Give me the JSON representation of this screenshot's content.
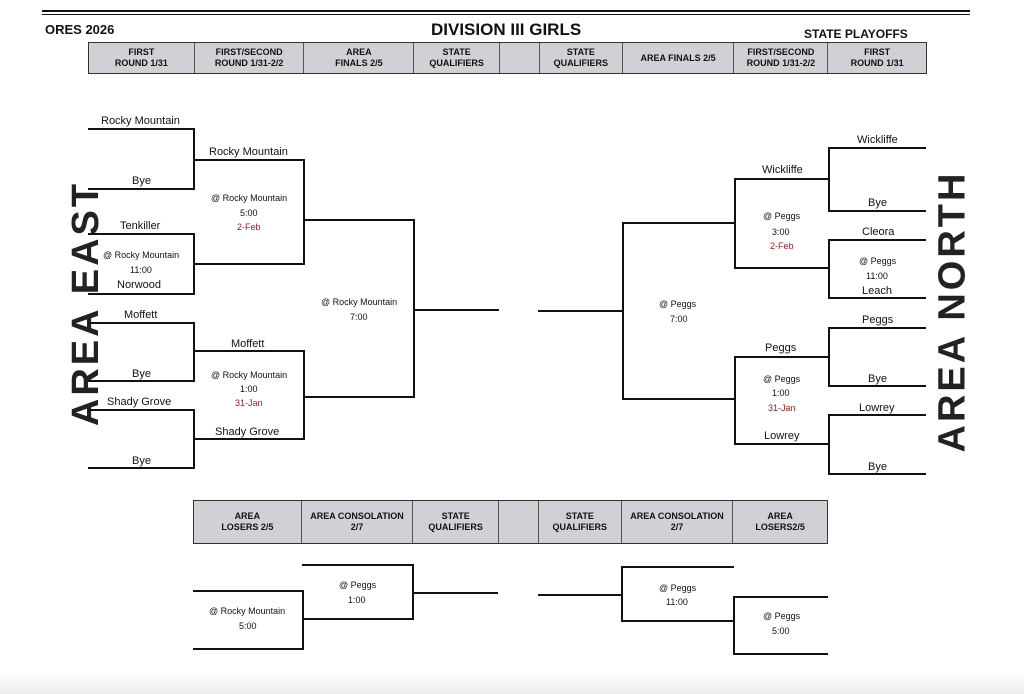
{
  "header": {
    "left": "ORES 2026",
    "title": "DIVISION III GIRLS",
    "right": "STATE PLAYOFFS"
  },
  "top_columns": [
    [
      "FIRST",
      "ROUND 1/31"
    ],
    [
      "FIRST/SECOND",
      "ROUND 1/31-2/2"
    ],
    [
      "AREA",
      "FINALS 2/5"
    ],
    [
      "STATE",
      "QUALIFIERS"
    ],
    [
      "",
      ""
    ],
    [
      "STATE",
      "QUALIFIERS"
    ],
    [
      "AREA FINALS 2/5",
      ""
    ],
    [
      "FIRST/SECOND",
      "ROUND 1/31-2/2"
    ],
    [
      "FIRST",
      "ROUND 1/31"
    ]
  ],
  "bottom_columns": [
    [
      "AREA",
      "LOSERS 2/5"
    ],
    [
      "AREA CONSOLATION",
      "2/7"
    ],
    [
      "STATE",
      "QUALIFIERS"
    ],
    [
      "",
      ""
    ],
    [
      "STATE",
      "QUALIFIERS"
    ],
    [
      "AREA CONSOLATION 2/7",
      ""
    ],
    [
      "AREA",
      "LOSERS2/5"
    ]
  ],
  "area_labels": {
    "left": "AREA EAST",
    "right": "AREA NORTH"
  },
  "east": {
    "r1": [
      "Rocky Mountain",
      "Bye",
      "Tenkiller",
      "Norwood",
      "Moffett",
      "Bye",
      "Shady Grove",
      "Bye"
    ],
    "r2": [
      "Rocky Mountain",
      "Moffett",
      "Shady Grove"
    ],
    "g_tn": {
      "site": "@ Rocky Mountain",
      "time": "11:00"
    },
    "g_top": {
      "site": "@ Rocky Mountain",
      "time": "5:00",
      "date": "2-Feb"
    },
    "g_bot": {
      "site": "@ Rocky Mountain",
      "time": "1:00",
      "date": "31-Jan"
    },
    "final": {
      "site": "@ Rocky Mountain",
      "time": "7:00"
    }
  },
  "north": {
    "r1": [
      "Wickliffe",
      "Bye",
      "Cleora",
      "Leach",
      "Peggs",
      "Bye",
      "Lowrey",
      "Bye"
    ],
    "r2": [
      "Wickliffe",
      "Peggs",
      "Lowrey"
    ],
    "g_cl": {
      "site": "@ Peggs",
      "time": "11:00"
    },
    "g_top": {
      "site": "@ Peggs",
      "time": "3:00",
      "date": "2-Feb"
    },
    "g_bot": {
      "site": "@ Peggs",
      "time": "1:00",
      "date": "31-Jan"
    },
    "final": {
      "site": "@ Peggs",
      "time": "7:00"
    }
  },
  "consolation": {
    "left_losers": {
      "site": "@ Rocky Mountain",
      "time": "5:00"
    },
    "left_consol": {
      "site": "@ Peggs",
      "time": "1:00"
    },
    "right_consol": {
      "site": "@ Peggs",
      "time": "11:00"
    },
    "right_losers": {
      "site": "@ Peggs",
      "time": "5:00"
    }
  }
}
